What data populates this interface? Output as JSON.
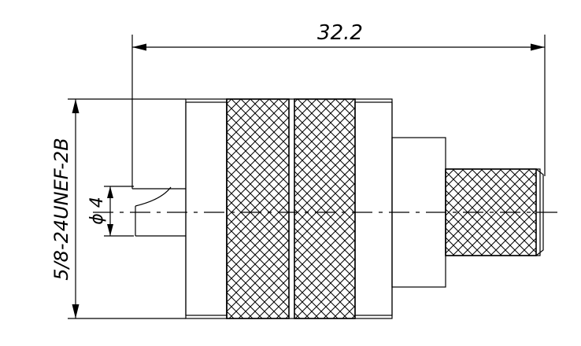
{
  "drawing": {
    "overall_length": "32.2",
    "pin_diameter": "ϕ 4",
    "thread_spec": "5/8-24UNEF-2B"
  }
}
